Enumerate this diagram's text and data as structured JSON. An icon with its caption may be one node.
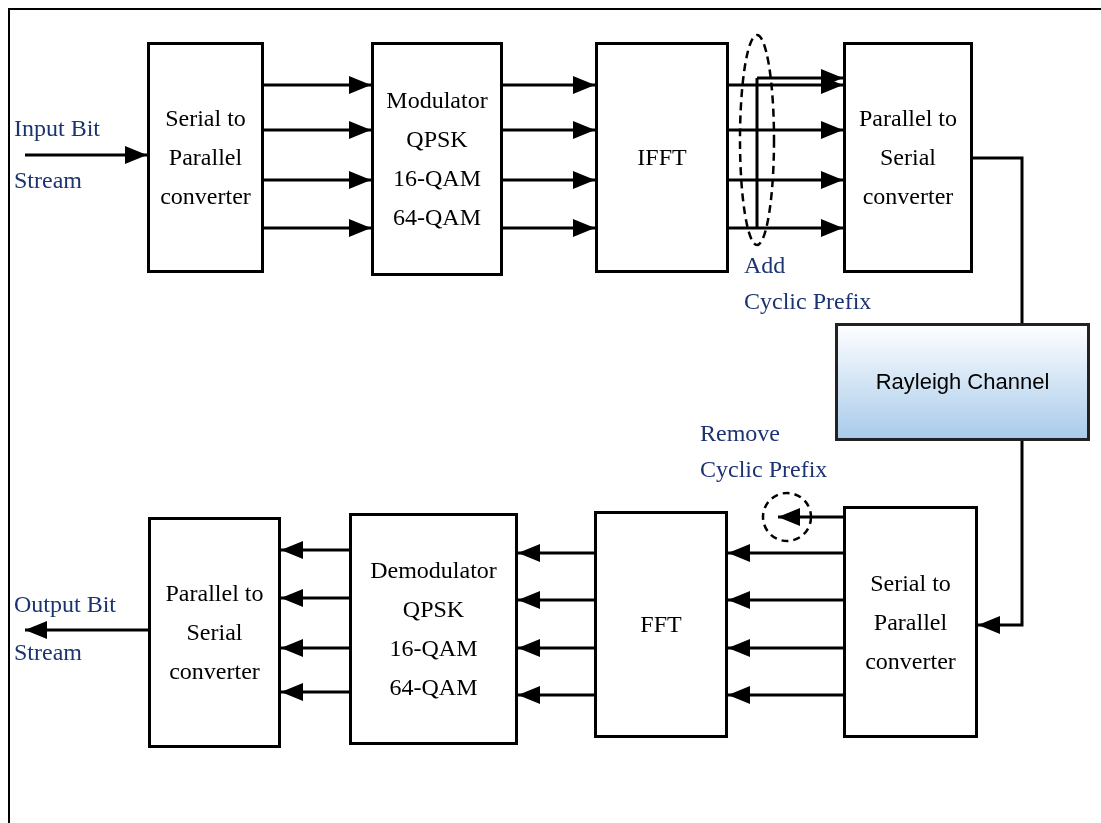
{
  "diagram": {
    "nodes": [
      {
        "text": [
          "Serial to Parallel converter"
        ]
      },
      {
        "text": [
          "Modulator",
          "QPSK",
          "16-QAM",
          "64-QAM"
        ]
      },
      {
        "text": [
          "IFFT"
        ]
      },
      {
        "text": [
          "Parallel to Serial converter"
        ]
      },
      {
        "text": [
          "Rayleigh Channel"
        ]
      },
      {
        "text": [
          "Serial to Parallel converter"
        ]
      },
      {
        "text": [
          "FFT"
        ]
      },
      {
        "text": [
          "Demodulator",
          "QPSK",
          "16-QAM",
          "64-QAM"
        ]
      },
      {
        "text": [
          "Parallel to Serial converter"
        ]
      },
      {
        "text": [
          "Input Bit Stream"
        ]
      },
      {
        "text": [
          "Output Bit Stream"
        ]
      }
    ],
    "edges": [
      {
        "from": 9,
        "to": 0,
        "arrow": "to"
      },
      {
        "from": 0,
        "to": 1,
        "arrow": "to"
      },
      {
        "from": 0,
        "to": 1,
        "arrow": "to"
      },
      {
        "from": 0,
        "to": 1,
        "arrow": "to"
      },
      {
        "from": 0,
        "to": 1,
        "arrow": "to"
      },
      {
        "from": 1,
        "to": 2,
        "arrow": "to"
      },
      {
        "from": 1,
        "to": 2,
        "arrow": "to"
      },
      {
        "from": 1,
        "to": 2,
        "arrow": "to"
      },
      {
        "from": 1,
        "to": 2,
        "arrow": "to"
      },
      {
        "from": null,
        "to": 3,
        "arrow": "to"
      },
      {
        "from": 2,
        "to": 3,
        "arrow": "to"
      },
      {
        "from": 2,
        "to": 3,
        "arrow": "to"
      },
      {
        "from": 2,
        "to": 3,
        "arrow": "to"
      },
      {
        "from": 2,
        "to": 3,
        "arrow": "to"
      },
      {
        "from": 3,
        "to": 4,
        "arrow": "none"
      },
      {
        "from": 4,
        "to": 5,
        "arrow": "to"
      },
      {
        "from": 5,
        "to": null,
        "arrow": "to"
      },
      {
        "from": 5,
        "to": 6,
        "arrow": "to"
      },
      {
        "from": 5,
        "to": 6,
        "arrow": "to"
      },
      {
        "from": 5,
        "to": 6,
        "arrow": "to"
      },
      {
        "from": 5,
        "to": 6,
        "arrow": "to"
      },
      {
        "from": 6,
        "to": 7,
        "arrow": "to"
      },
      {
        "from": 6,
        "to": 7,
        "arrow": "to"
      },
      {
        "from": 6,
        "to": 7,
        "arrow": "to"
      },
      {
        "from": 6,
        "to": 7,
        "arrow": "to"
      },
      {
        "from": 7,
        "to": 8,
        "arrow": "to"
      },
      {
        "from": 7,
        "to": 8,
        "arrow": "to"
      },
      {
        "from": 7,
        "to": 8,
        "arrow": "to"
      },
      {
        "from": 7,
        "to": 8,
        "arrow": "to"
      },
      {
        "from": 8,
        "to": 10,
        "arrow": "to"
      }
    ],
    "labels": [
      "Add",
      "Cyclic Prefix",
      "Remove",
      "Cyclic Prefix"
    ]
  }
}
